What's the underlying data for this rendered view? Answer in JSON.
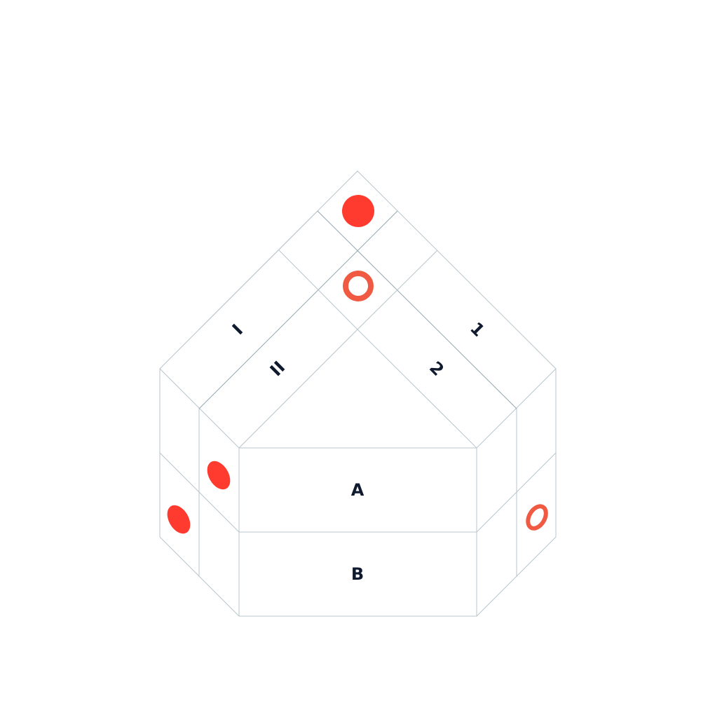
{
  "colors": {
    "mark": "#ff3b30",
    "ring": "#f05a42",
    "label": "#0f1a2e"
  },
  "labels": {
    "roof_left_outer": "I",
    "roof_left_inner": "II",
    "roof_right_outer": "1",
    "roof_right_inner": "2",
    "front_upper": "A",
    "front_lower": "B"
  },
  "marks": {
    "roof_top": "filled-dot",
    "roof_center": "ring",
    "left_inner_upper": "filled-dot",
    "left_outer_lower": "filled-dot",
    "right_outer_lower": "ring"
  }
}
